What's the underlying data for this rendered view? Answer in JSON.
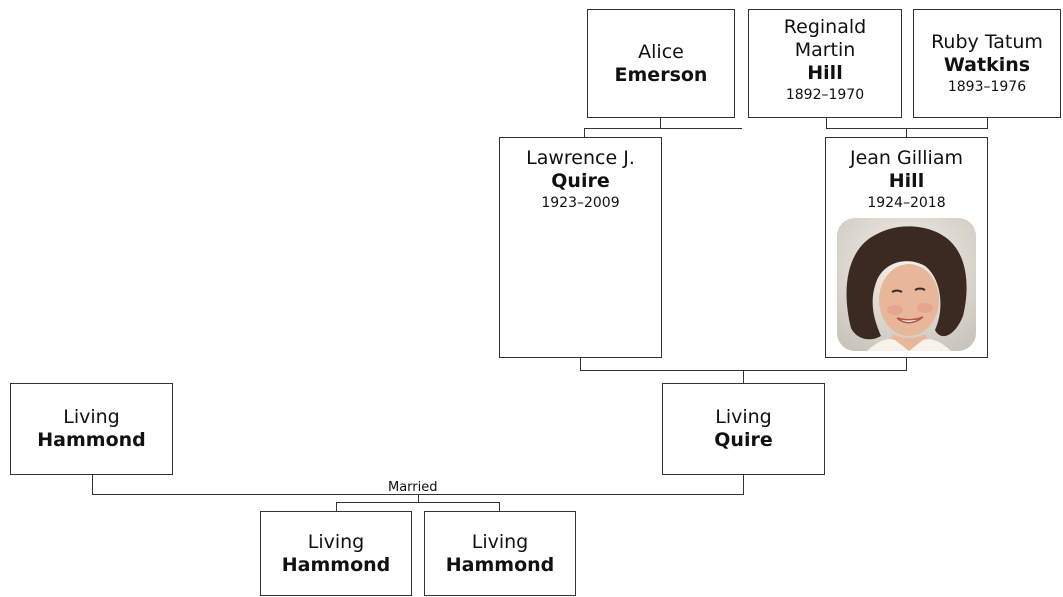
{
  "people": {
    "alice_emerson": {
      "given": "Alice",
      "surname": "Emerson",
      "dates": ""
    },
    "reginald_hill": {
      "given_line1": "Reginald",
      "given_line2": "Martin",
      "surname": "Hill",
      "dates": "1892–1970"
    },
    "ruby_watkins": {
      "given": "Ruby Tatum",
      "surname": "Watkins",
      "dates": "1893–1976"
    },
    "lawrence_quire": {
      "given": "Lawrence J.",
      "surname": "Quire",
      "dates": "1923–2009"
    },
    "jean_hill": {
      "given": "Jean Gilliam",
      "surname": "Hill",
      "dates": "1924–2018",
      "photo": "portrait-photo"
    },
    "living_hammond_spouse": {
      "given": "Living",
      "surname": "Hammond"
    },
    "living_quire": {
      "given": "Living",
      "surname": "Quire"
    },
    "child_1": {
      "given": "Living",
      "surname": "Hammond"
    },
    "child_2": {
      "given": "Living",
      "surname": "Hammond"
    }
  },
  "marriage_label": "Married",
  "colors": {
    "border": "#333333",
    "background": "#ffffff"
  }
}
